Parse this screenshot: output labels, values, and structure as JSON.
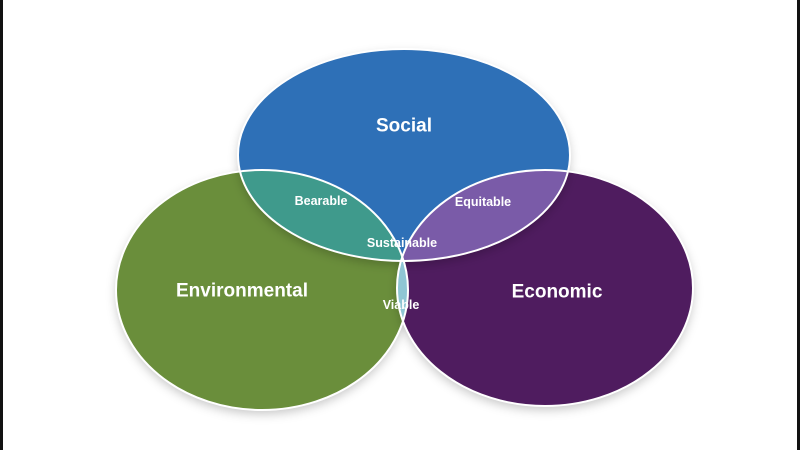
{
  "diagram": {
    "circles": {
      "social": {
        "label": "Social",
        "color": "#2f6fb7"
      },
      "environmental": {
        "label": "Environmental",
        "color": "#6a8e3a"
      },
      "economic": {
        "label": "Economic",
        "color": "#4f1a5f"
      }
    },
    "overlaps": {
      "bearable": {
        "label": "Bearable",
        "color": "#3f9a8c"
      },
      "equitable": {
        "label": "Equitable",
        "color": "#7a5ba8"
      },
      "viable": {
        "label": "Viable",
        "color": "#8fc6d4"
      },
      "sustainable": {
        "label": "Sustainable",
        "color": "#1c3d73"
      }
    },
    "outline_color": "#ffffff"
  }
}
